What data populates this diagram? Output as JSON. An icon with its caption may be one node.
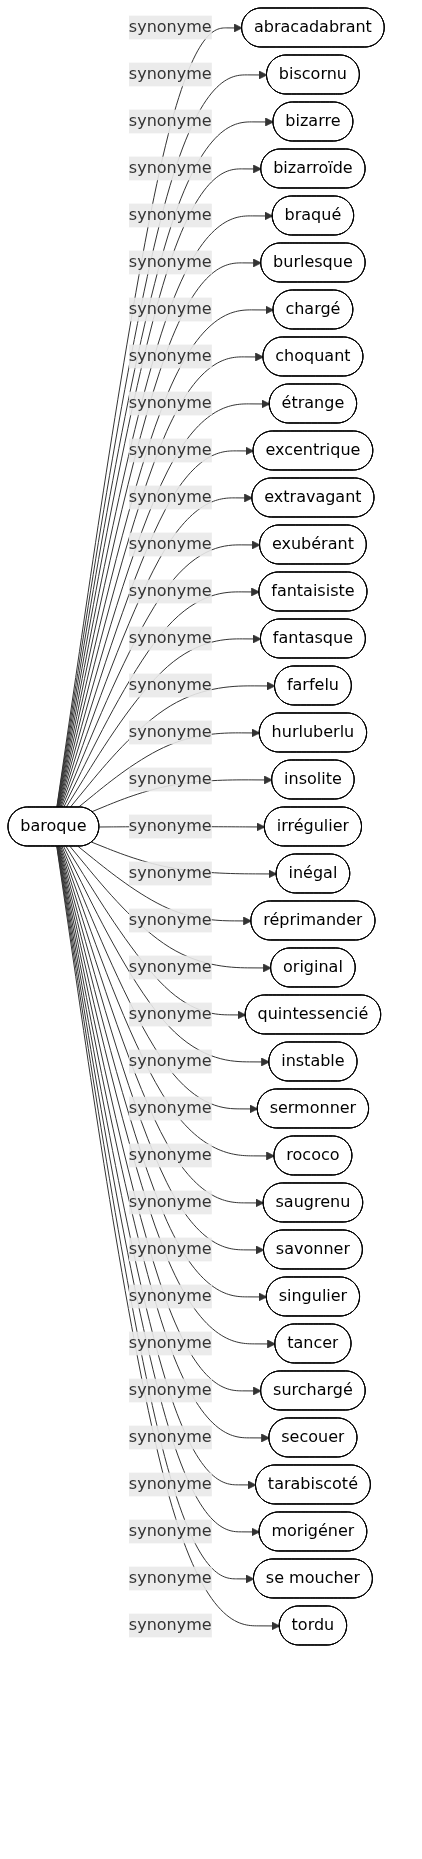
{
  "diagram": {
    "nodes": [
      {
        "text": [
          "baroque"
        ]
      },
      {
        "text": [
          "abracadabrant"
        ]
      },
      {
        "text": [
          "biscornu"
        ]
      },
      {
        "text": [
          "bizarre"
        ]
      },
      {
        "text": [
          "bizarroïde"
        ]
      },
      {
        "text": [
          "braqué"
        ]
      },
      {
        "text": [
          "burlesque"
        ]
      },
      {
        "text": [
          "chargé"
        ]
      },
      {
        "text": [
          "choquant"
        ]
      },
      {
        "text": [
          "étrange"
        ]
      },
      {
        "text": [
          "excentrique"
        ]
      },
      {
        "text": [
          "extravagant"
        ]
      },
      {
        "text": [
          "exubérant"
        ]
      },
      {
        "text": [
          "fantaisiste"
        ]
      },
      {
        "text": [
          "fantasque"
        ]
      },
      {
        "text": [
          "farfelu"
        ]
      },
      {
        "text": [
          "hurluberlu"
        ]
      },
      {
        "text": [
          "insolite"
        ]
      },
      {
        "text": [
          "irrégulier"
        ]
      },
      {
        "text": [
          "inégal"
        ]
      },
      {
        "text": [
          "réprimander"
        ]
      },
      {
        "text": [
          "original"
        ]
      },
      {
        "text": [
          "quintessencié"
        ]
      },
      {
        "text": [
          "instable"
        ]
      },
      {
        "text": [
          "sermonner"
        ]
      },
      {
        "text": [
          "rococo"
        ]
      },
      {
        "text": [
          "saugrenu"
        ]
      },
      {
        "text": [
          "savonner"
        ]
      },
      {
        "text": [
          "singulier"
        ]
      },
      {
        "text": [
          "tancer"
        ]
      },
      {
        "text": [
          "surchargé"
        ]
      },
      {
        "text": [
          "secouer"
        ]
      },
      {
        "text": [
          "tarabiscoté"
        ]
      },
      {
        "text": [
          "morigéner"
        ]
      },
      {
        "text": [
          "se moucher"
        ]
      },
      {
        "text": [
          "tordu"
        ]
      }
    ],
    "edges": [
      {
        "from": 0,
        "to": 1,
        "arrow": "to",
        "label": "synonyme"
      },
      {
        "from": 0,
        "to": 2,
        "arrow": "to",
        "label": "synonyme"
      },
      {
        "from": 0,
        "to": 3,
        "arrow": "to",
        "label": "synonyme"
      },
      {
        "from": 0,
        "to": 4,
        "arrow": "to",
        "label": "synonyme"
      },
      {
        "from": 0,
        "to": 5,
        "arrow": "to",
        "label": "synonyme"
      },
      {
        "from": 0,
        "to": 6,
        "arrow": "to",
        "label": "synonyme"
      },
      {
        "from": 0,
        "to": 7,
        "arrow": "to",
        "label": "synonyme"
      },
      {
        "from": 0,
        "to": 8,
        "arrow": "to",
        "label": "synonyme"
      },
      {
        "from": 0,
        "to": 9,
        "arrow": "to",
        "label": "synonyme"
      },
      {
        "from": 0,
        "to": 10,
        "arrow": "to",
        "label": "synonyme"
      },
      {
        "from": 0,
        "to": 11,
        "arrow": "to",
        "label": "synonyme"
      },
      {
        "from": 0,
        "to": 12,
        "arrow": "to",
        "label": "synonyme"
      },
      {
        "from": 0,
        "to": 13,
        "arrow": "to",
        "label": "synonyme"
      },
      {
        "from": 0,
        "to": 14,
        "arrow": "to",
        "label": "synonyme"
      },
      {
        "from": 0,
        "to": 15,
        "arrow": "to",
        "label": "synonyme"
      },
      {
        "from": 0,
        "to": 16,
        "arrow": "to",
        "label": "synonyme"
      },
      {
        "from": 0,
        "to": 17,
        "arrow": "to",
        "label": "synonyme"
      },
      {
        "from": 0,
        "to": 18,
        "arrow": "to",
        "label": "synonyme"
      },
      {
        "from": 0,
        "to": 19,
        "arrow": "to",
        "label": "synonyme"
      },
      {
        "from": 0,
        "to": 20,
        "arrow": "to",
        "label": "synonyme"
      },
      {
        "from": 0,
        "to": 21,
        "arrow": "to",
        "label": "synonyme"
      },
      {
        "from": 0,
        "to": 22,
        "arrow": "to",
        "label": "synonyme"
      },
      {
        "from": 0,
        "to": 23,
        "arrow": "to",
        "label": "synonyme"
      },
      {
        "from": 0,
        "to": 24,
        "arrow": "to",
        "label": "synonyme"
      },
      {
        "from": 0,
        "to": 25,
        "arrow": "to",
        "label": "synonyme"
      },
      {
        "from": 0,
        "to": 26,
        "arrow": "to",
        "label": "synonyme"
      },
      {
        "from": 0,
        "to": 27,
        "arrow": "to",
        "label": "synonyme"
      },
      {
        "from": 0,
        "to": 28,
        "arrow": "to",
        "label": "synonyme"
      },
      {
        "from": 0,
        "to": 29,
        "arrow": "to",
        "label": "synonyme"
      },
      {
        "from": 0,
        "to": 30,
        "arrow": "to",
        "label": "synonyme"
      },
      {
        "from": 0,
        "to": 31,
        "arrow": "to",
        "label": "synonyme"
      },
      {
        "from": 0,
        "to": 32,
        "arrow": "to",
        "label": "synonyme"
      },
      {
        "from": 0,
        "to": 33,
        "arrow": "to",
        "label": "synonyme"
      },
      {
        "from": 0,
        "to": 34,
        "arrow": "to",
        "label": "synonyme"
      },
      {
        "from": 0,
        "to": 35,
        "arrow": "to",
        "label": "synonyme"
      }
    ]
  }
}
